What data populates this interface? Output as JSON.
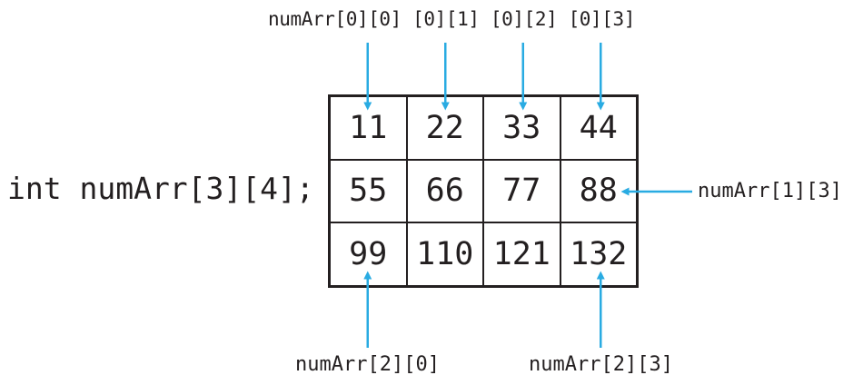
{
  "declaration": "int numArr[3][4];",
  "labels": {
    "row0_pointers": "numArr[0][0] [0][1] [0][2] [0][3]",
    "cell_1_3": "numArr[1][3]",
    "cell_2_0": "numArr[2][0]",
    "cell_2_3": "numArr[2][3]"
  },
  "grid": {
    "rows": 3,
    "cols": 4,
    "values": [
      [
        11,
        22,
        33,
        44
      ],
      [
        55,
        66,
        77,
        88
      ],
      [
        99,
        110,
        121,
        132
      ]
    ]
  },
  "colors": {
    "ink": "#231f20",
    "arrow": "#29abe2",
    "bg": "#ffffff"
  }
}
